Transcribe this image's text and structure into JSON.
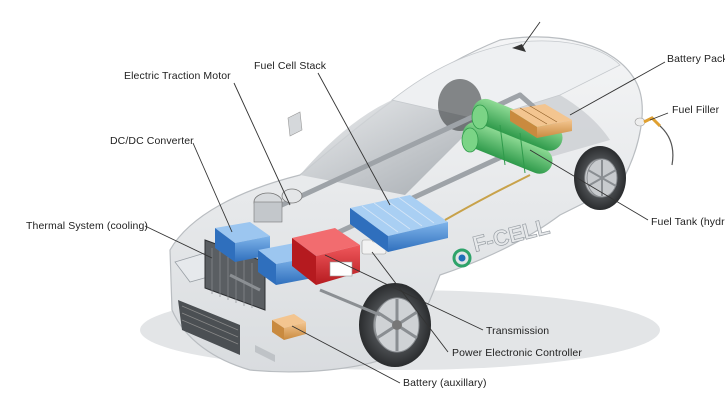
{
  "labels": {
    "electric_traction_motor": "Electric Traction Motor",
    "fuel_cell_stack": "Fuel Cell Stack",
    "battery_pack": "Battery Pack",
    "fuel_filler": "Fuel Filler",
    "dc_dc_converter": "DC/DC Converter",
    "thermal_system": "Thermal System (cooling)",
    "fuel_tank": "Fuel Tank (hydrogen)",
    "transmission": "Transmission",
    "power_electronic_controller": "Power Electronic Controller",
    "battery_auxiliary": "Battery (auxillary)"
  },
  "car_badge": "F-CELL",
  "colors": {
    "battery_blue": "#3f86d6",
    "fuel_tank_green": "#58c36c",
    "transmission_red": "#d8262b",
    "battery_pack_orange": "#e0a45e",
    "badge_green": "#2ea36a"
  }
}
